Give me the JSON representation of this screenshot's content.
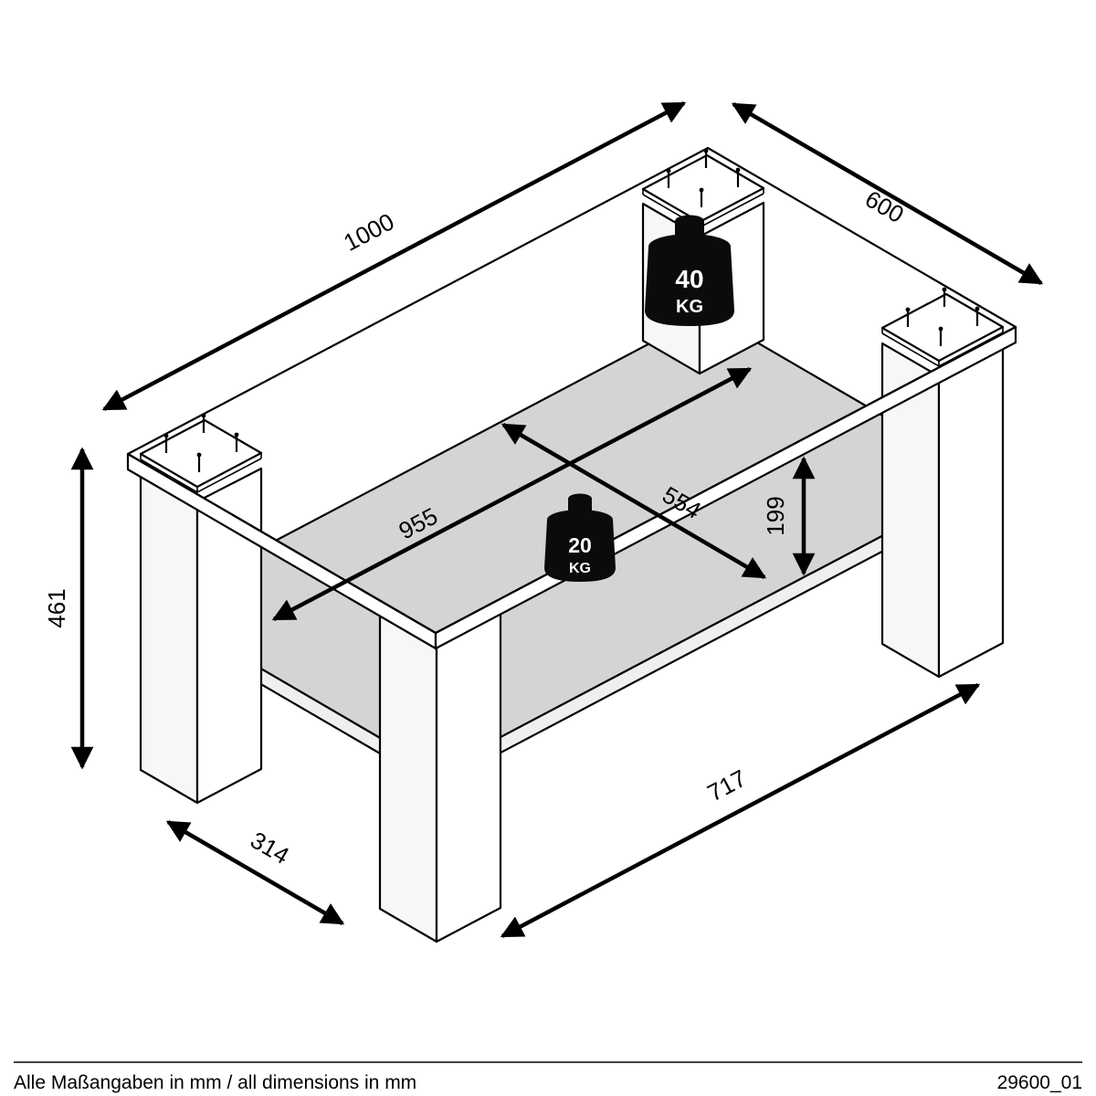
{
  "footer": {
    "note": "Alle Maßangaben in mm / all dimensions in mm",
    "code": "29600_01"
  },
  "dimensions": {
    "top_length": "1000",
    "top_depth": "600",
    "height": "461",
    "shelf_length": "955",
    "shelf_depth": "554",
    "shelf_gap": "199",
    "floor_length": "717",
    "floor_depth": "314"
  },
  "weights": {
    "top": {
      "value": "40",
      "unit": "KG"
    },
    "shelf": {
      "value": "20",
      "unit": "KG"
    }
  },
  "colors": {
    "line": "#000000",
    "shelf_fill": "#d4d4d4",
    "surface_fill": "#ffffff",
    "weight_fill": "#0b0b0b"
  }
}
